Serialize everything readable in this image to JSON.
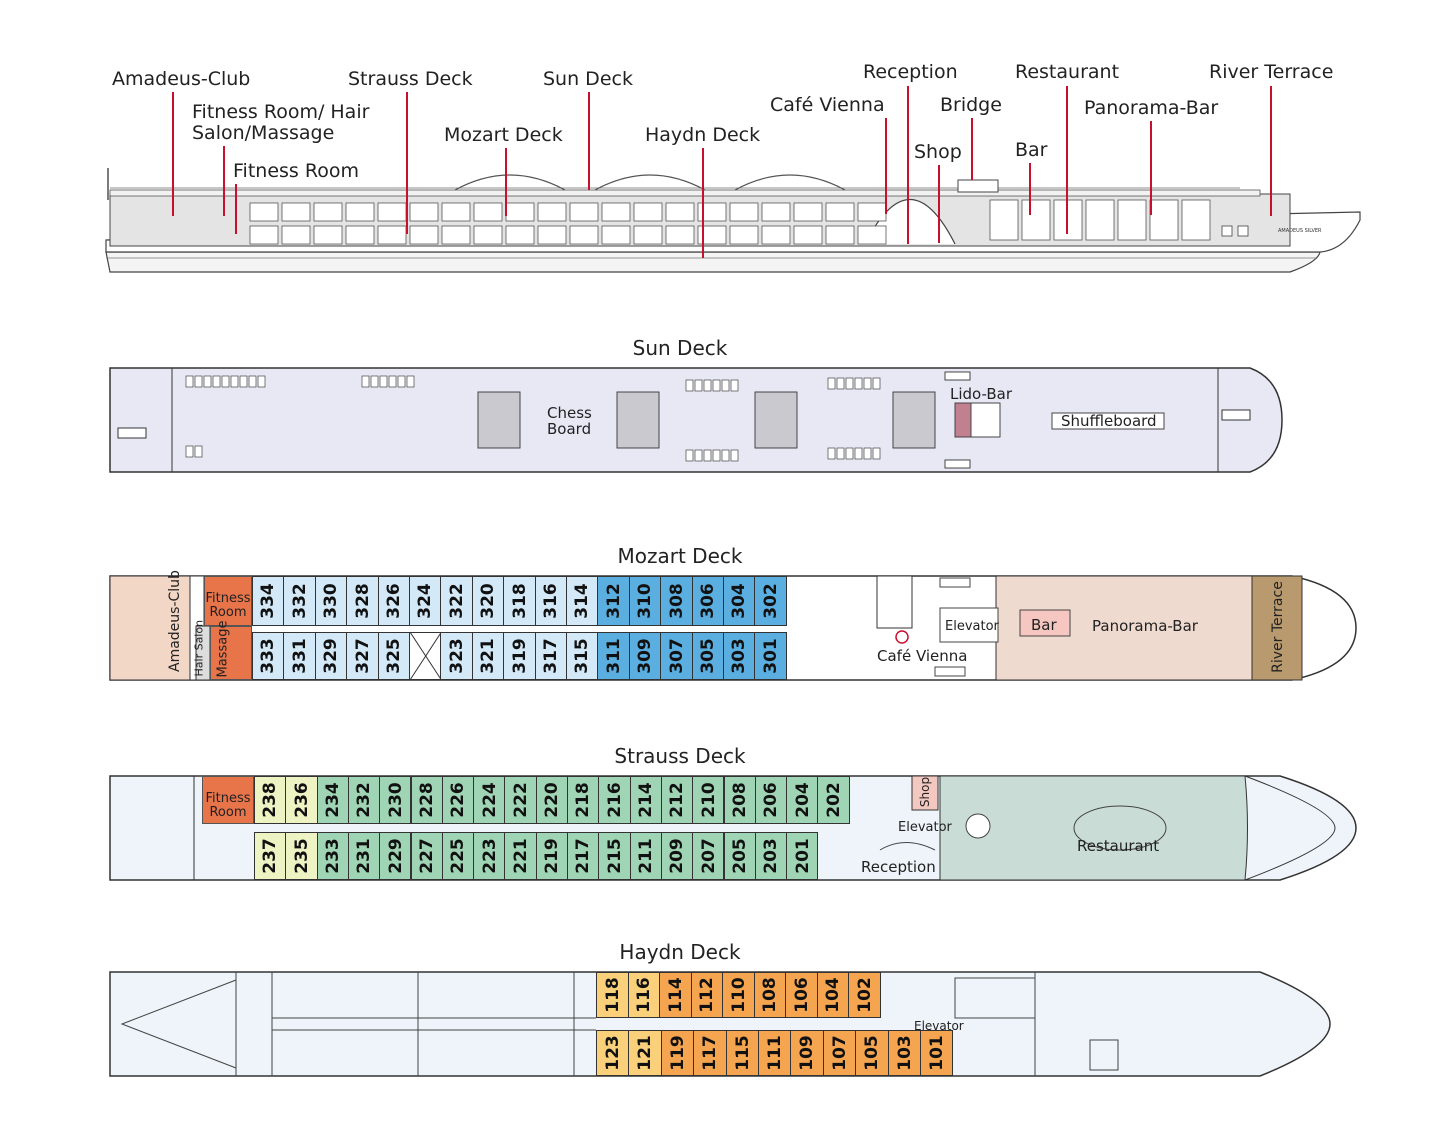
{
  "profile": {
    "labels": {
      "amadeus_club": "Amadeus-Club",
      "fitness_hair": "Fitness Room/ Hair Salon/Massage",
      "fitness_room": "Fitness Room",
      "strauss_deck": "Strauss Deck",
      "sun_deck": "Sun Deck",
      "mozart_deck": "Mozart Deck",
      "haydn_deck": "Haydn Deck",
      "cafe_vienna": "Café Vienna",
      "reception": "Reception",
      "shop": "Shop",
      "bridge": "Bridge",
      "bar": "Bar",
      "restaurant": "Restaurant",
      "panorama_bar": "Panorama-Bar",
      "river_terrace": "River Terrace"
    },
    "ship_name": "AMADEUS SILVER"
  },
  "sun_deck": {
    "title": "Sun Deck",
    "chess": "Chess Board",
    "lido_bar": "Lido-Bar",
    "shuffleboard": "Shuffleboard"
  },
  "mozart_deck": {
    "title": "Mozart Deck",
    "amadeus_club": "Amadeus-Club",
    "hair_salon": "Hair Salon",
    "massage": "Massage",
    "fitness": "Fitness Room",
    "elevator": "Elevator",
    "bar": "Bar",
    "panorama_bar": "Panorama-Bar",
    "cafe_vienna": "Café Vienna",
    "river_terrace": "River Terrace",
    "top_row": [
      "334",
      "332",
      "330",
      "328",
      "326",
      "324",
      "322",
      "320",
      "318",
      "316",
      "314",
      "312",
      "310",
      "308",
      "306",
      "304",
      "302"
    ],
    "bottom_row": [
      "333",
      "331",
      "329",
      "327",
      "325",
      "",
      "323",
      "321",
      "319",
      "317",
      "315",
      "311",
      "309",
      "307",
      "305",
      "303",
      "301"
    ]
  },
  "strauss_deck": {
    "title": "Strauss Deck",
    "fitness": "Fitness Room",
    "shop": "Shop",
    "elevator": "Elevator",
    "reception": "Reception",
    "restaurant": "Restaurant",
    "top_row": [
      "238",
      "236",
      "234",
      "232",
      "230",
      "228",
      "226",
      "224",
      "222",
      "220",
      "218",
      "216",
      "214",
      "212",
      "210",
      "208",
      "206",
      "204",
      "202"
    ],
    "bottom_row": [
      "237",
      "235",
      "233",
      "231",
      "229",
      "227",
      "225",
      "223",
      "221",
      "219",
      "217",
      "215",
      "211",
      "209",
      "207",
      "205",
      "203",
      "201"
    ]
  },
  "haydn_deck": {
    "title": "Haydn Deck",
    "elevator": "Elevator",
    "top_row": [
      "118",
      "116",
      "114",
      "112",
      "110",
      "108",
      "106",
      "104",
      "102"
    ],
    "bottom_row": [
      "123",
      "121",
      "119",
      "117",
      "115",
      "111",
      "109",
      "107",
      "105",
      "103",
      "101"
    ]
  },
  "colors": {
    "club": "#f2d6c6",
    "fitness": "#e8744a",
    "mozart_light": "#d4e9f7",
    "mozart_dark": "#5aaee0",
    "strauss_yellow": "#eef3c4",
    "strauss_green": "#9fd4b4",
    "haydn_light": "#fbd07a",
    "haydn_dark": "#f5a54f",
    "panorama": "#efdad0",
    "terrace": "#b89a6e",
    "restaurant": "#c9dcd5",
    "sun": "#e8e8f4",
    "hull": "#eef4f9"
  }
}
